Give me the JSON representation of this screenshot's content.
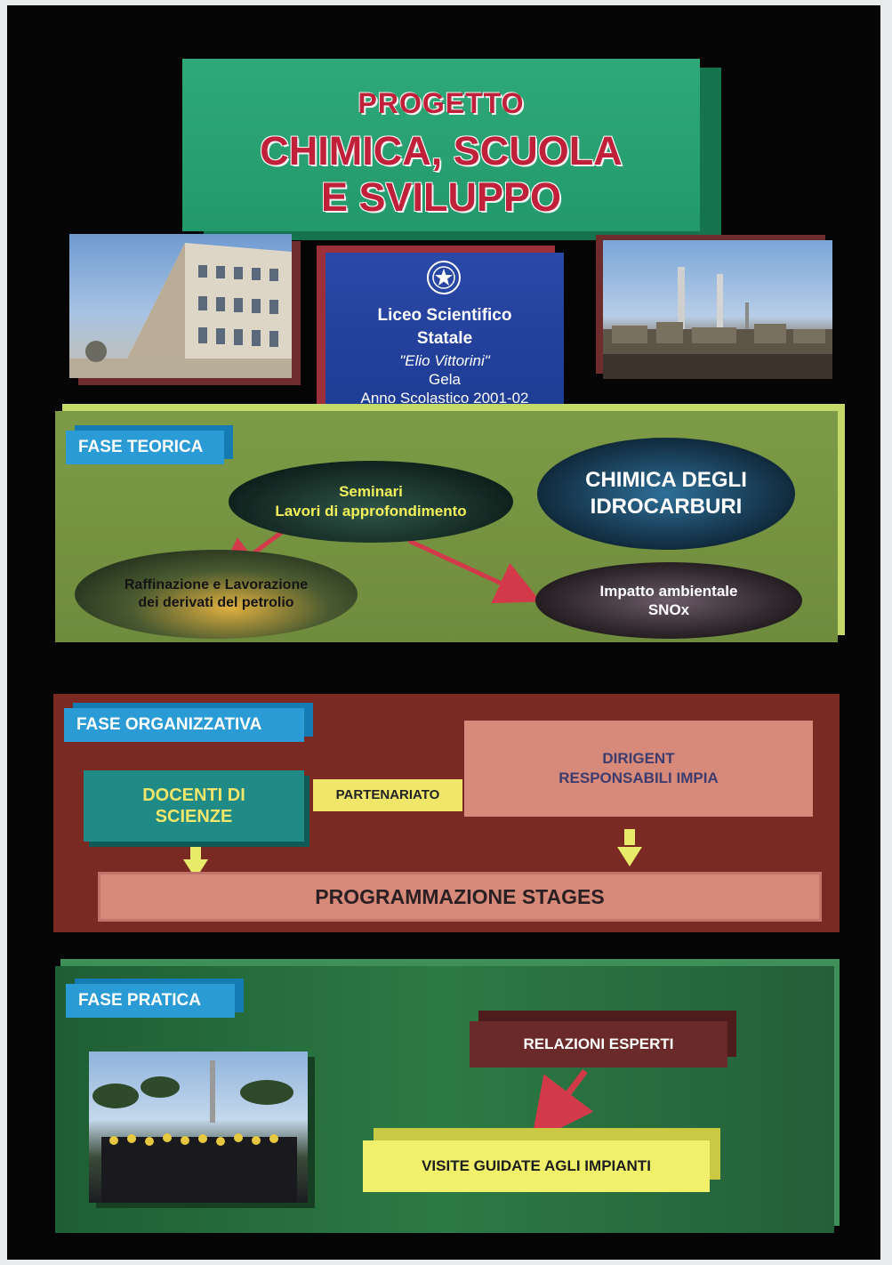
{
  "title": {
    "top": "PROGETTO",
    "line1": "CHIMICA, SCUOLA",
    "line2": "E SVILUPPO"
  },
  "liceo": {
    "line1": "Liceo Scientifico",
    "line2": "Statale",
    "line3": "\"Elio Vittorini\"",
    "line4": "Gela",
    "line5": "Anno Scolastico 2001-02"
  },
  "fase_teorica": {
    "label": "FASE TEORICA",
    "seminari_line1": "Seminari",
    "seminari_line2": "Lavori di approfondimento",
    "chimica_line1": "CHIMICA DEGLI",
    "chimica_line2": "IDROCARBURI",
    "raff_line1": "Raffinazione e Lavorazione",
    "raff_line2": "dei derivati del petrolio",
    "impatto_line1": "Impatto ambientale",
    "impatto_line2": "SNOx"
  },
  "fase_organizzativa": {
    "label": "FASE ORGANIZZATIVA",
    "docenti_line1": "DOCENTI DI",
    "docenti_line2": "SCIENZE",
    "partenariato": "PARTENARIATO",
    "dirigent_line1": "DIRIGENT",
    "dirigent_line2": "RESPONSABILI IMPIA",
    "programmazione": "PROGRAMMAZIONE STAGES"
  },
  "fase_pratica": {
    "label": "FASE PRATICA",
    "relazioni": "RELAZIONI ESPERTI",
    "visite": "VISITE GUIDATE AGLI IMPIANTI"
  },
  "colors": {
    "background": "#050505",
    "title_green": "#23996a",
    "title_red": "#c0203a",
    "liceo_blue": "#1e3c94",
    "phase_blue": "#2a9bd4",
    "teorica_green": "#6f8b3d",
    "org_brown": "#7a2a22",
    "pratica_green": "#2c7a44",
    "salmon": "#d88a7a",
    "yellow": "#f0f06a",
    "arrow_red": "#d23a4a"
  },
  "icons": [
    "emblem-icon",
    "arrow-icon",
    "down-arrow-icon"
  ]
}
